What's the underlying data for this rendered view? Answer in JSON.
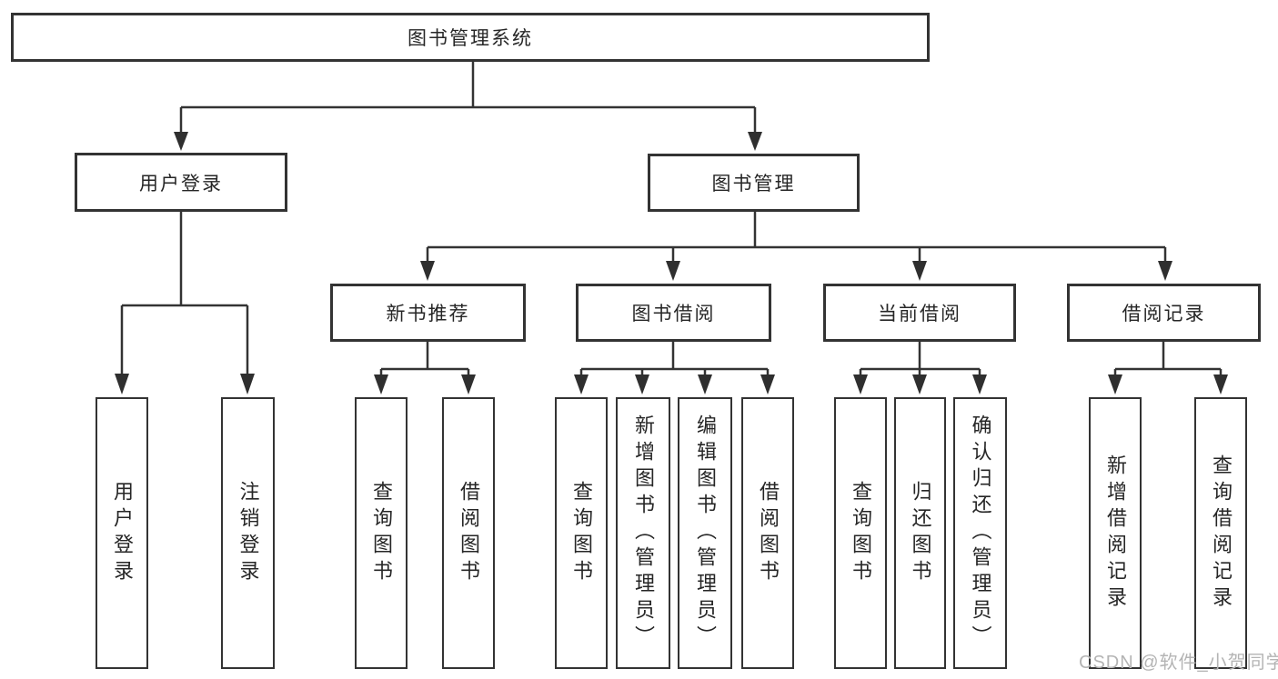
{
  "nodes": {
    "root": "图书管理系统",
    "user_login": {
      "label": "用户登录",
      "children": [
        "用户登录",
        "注销登录"
      ]
    },
    "book_management": {
      "label": "图书管理",
      "sections": [
        {
          "label": "新书推荐",
          "children": [
            "查询图书",
            "借阅图书"
          ]
        },
        {
          "label": "图书借阅",
          "children": [
            "查询图书",
            "新增图书（管理员）",
            "编辑图书（管理员）",
            "借阅图书"
          ]
        },
        {
          "label": "当前借阅",
          "children": [
            "查询图书",
            "归还图书",
            "确认归还（管理员）"
          ]
        },
        {
          "label": "借阅记录",
          "children": [
            "新增借阅记录",
            "查询借阅记录"
          ]
        }
      ]
    }
  },
  "watermark": "CSDN @软件_小贺同学",
  "colors": {
    "line": "#333333",
    "arrow": "#2f2f2f",
    "text": "#262626",
    "watermark": "#b4b4b4",
    "background": "#ffffff"
  }
}
